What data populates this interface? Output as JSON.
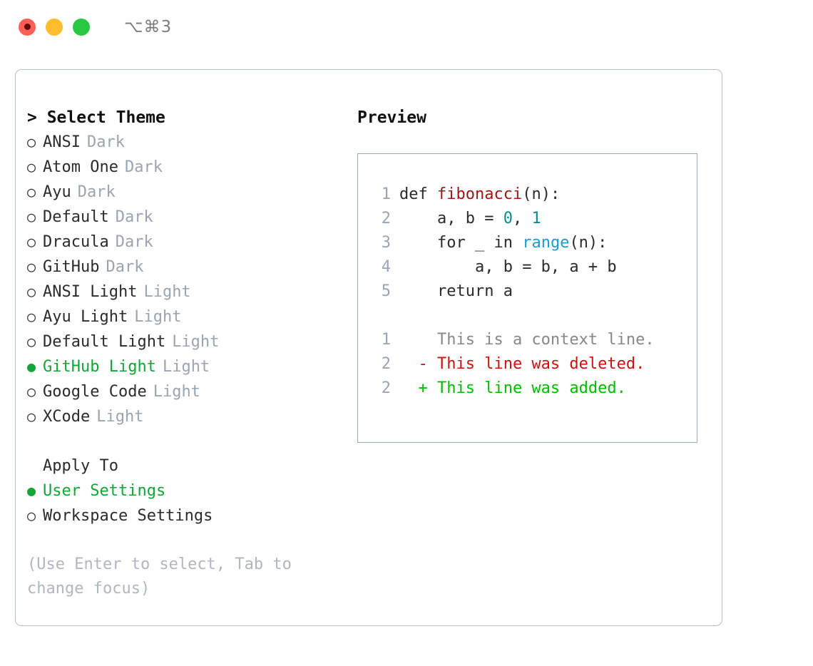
{
  "titlebar": {
    "shortcut": "⌥⌘3",
    "lights": [
      {
        "name": "close",
        "color": "#ff5f57"
      },
      {
        "name": "minimize",
        "color": "#febc2e"
      },
      {
        "name": "maximize",
        "color": "#28c840"
      }
    ]
  },
  "theme_picker": {
    "header_prefix": "> ",
    "header": "Select Theme",
    "items": [
      {
        "marker": "○",
        "label": "ANSI",
        "badge": "Dark",
        "selected": false
      },
      {
        "marker": "○",
        "label": "Atom One",
        "badge": "Dark",
        "selected": false
      },
      {
        "marker": "○",
        "label": "Ayu",
        "badge": "Dark",
        "selected": false
      },
      {
        "marker": "○",
        "label": "Default",
        "badge": "Dark",
        "selected": false
      },
      {
        "marker": "○",
        "label": "Dracula",
        "badge": "Dark",
        "selected": false
      },
      {
        "marker": "○",
        "label": "GitHub",
        "badge": "Dark",
        "selected": false
      },
      {
        "marker": "○",
        "label": "ANSI Light",
        "badge": "Light",
        "selected": false
      },
      {
        "marker": "○",
        "label": "Ayu Light",
        "badge": "Light",
        "selected": false
      },
      {
        "marker": "○",
        "label": "Default Light",
        "badge": "Light",
        "selected": false
      },
      {
        "marker": "●",
        "label": "GitHub Light",
        "badge": "Light",
        "selected": true
      },
      {
        "marker": "○",
        "label": "Google Code",
        "badge": "Light",
        "selected": false
      },
      {
        "marker": "○",
        "label": "XCode",
        "badge": "Light",
        "selected": false
      }
    ]
  },
  "apply_to": {
    "header": "Apply To",
    "items": [
      {
        "marker": "●",
        "label": "User Settings",
        "selected": true
      },
      {
        "marker": "○",
        "label": "Workspace Settings",
        "selected": false
      }
    ]
  },
  "hint": "(Use Enter to select, Tab to change focus)",
  "preview": {
    "title": "Preview",
    "code_lines": [
      {
        "no": "1",
        "indent": "",
        "segments": [
          {
            "text": "def ",
            "type": "plain"
          },
          {
            "text": "fibonacci",
            "type": "fn"
          },
          {
            "text": "(n):",
            "type": "plain"
          }
        ]
      },
      {
        "no": "2",
        "indent": "    ",
        "segments": [
          {
            "text": "a, b = ",
            "type": "plain"
          },
          {
            "text": "0",
            "type": "num"
          },
          {
            "text": ", ",
            "type": "plain"
          },
          {
            "text": "1",
            "type": "num"
          }
        ]
      },
      {
        "no": "3",
        "indent": "    ",
        "segments": [
          {
            "text": "for _ in ",
            "type": "plain"
          },
          {
            "text": "range",
            "type": "call"
          },
          {
            "text": "(n):",
            "type": "plain"
          }
        ]
      },
      {
        "no": "4",
        "indent": "        ",
        "segments": [
          {
            "text": "a, b = b, a + b",
            "type": "plain"
          }
        ]
      },
      {
        "no": "5",
        "indent": "    ",
        "segments": [
          {
            "text": "return a",
            "type": "plain"
          }
        ]
      }
    ],
    "diff_lines": [
      {
        "no": "1",
        "sign": " ",
        "text": "This is a context line.",
        "type": "ctx"
      },
      {
        "no": "2",
        "sign": "-",
        "text": "This line was deleted.",
        "type": "del"
      },
      {
        "no": "2",
        "sign": "+",
        "text": "This line was added.",
        "type": "add"
      }
    ]
  },
  "colors": {
    "accent_green": "#13a538",
    "badge_grey": "#9aa5b1",
    "hint_grey": "#b0b7c0",
    "border": "#b6bfcc",
    "preview_border": "#9aa5b4",
    "token_function": "#a31515",
    "token_number": "#0d8b8b",
    "token_call": "#1a9ccc",
    "diff_context": "#888888",
    "diff_deleted": "#cc1111",
    "diff_added": "#00bb00"
  }
}
